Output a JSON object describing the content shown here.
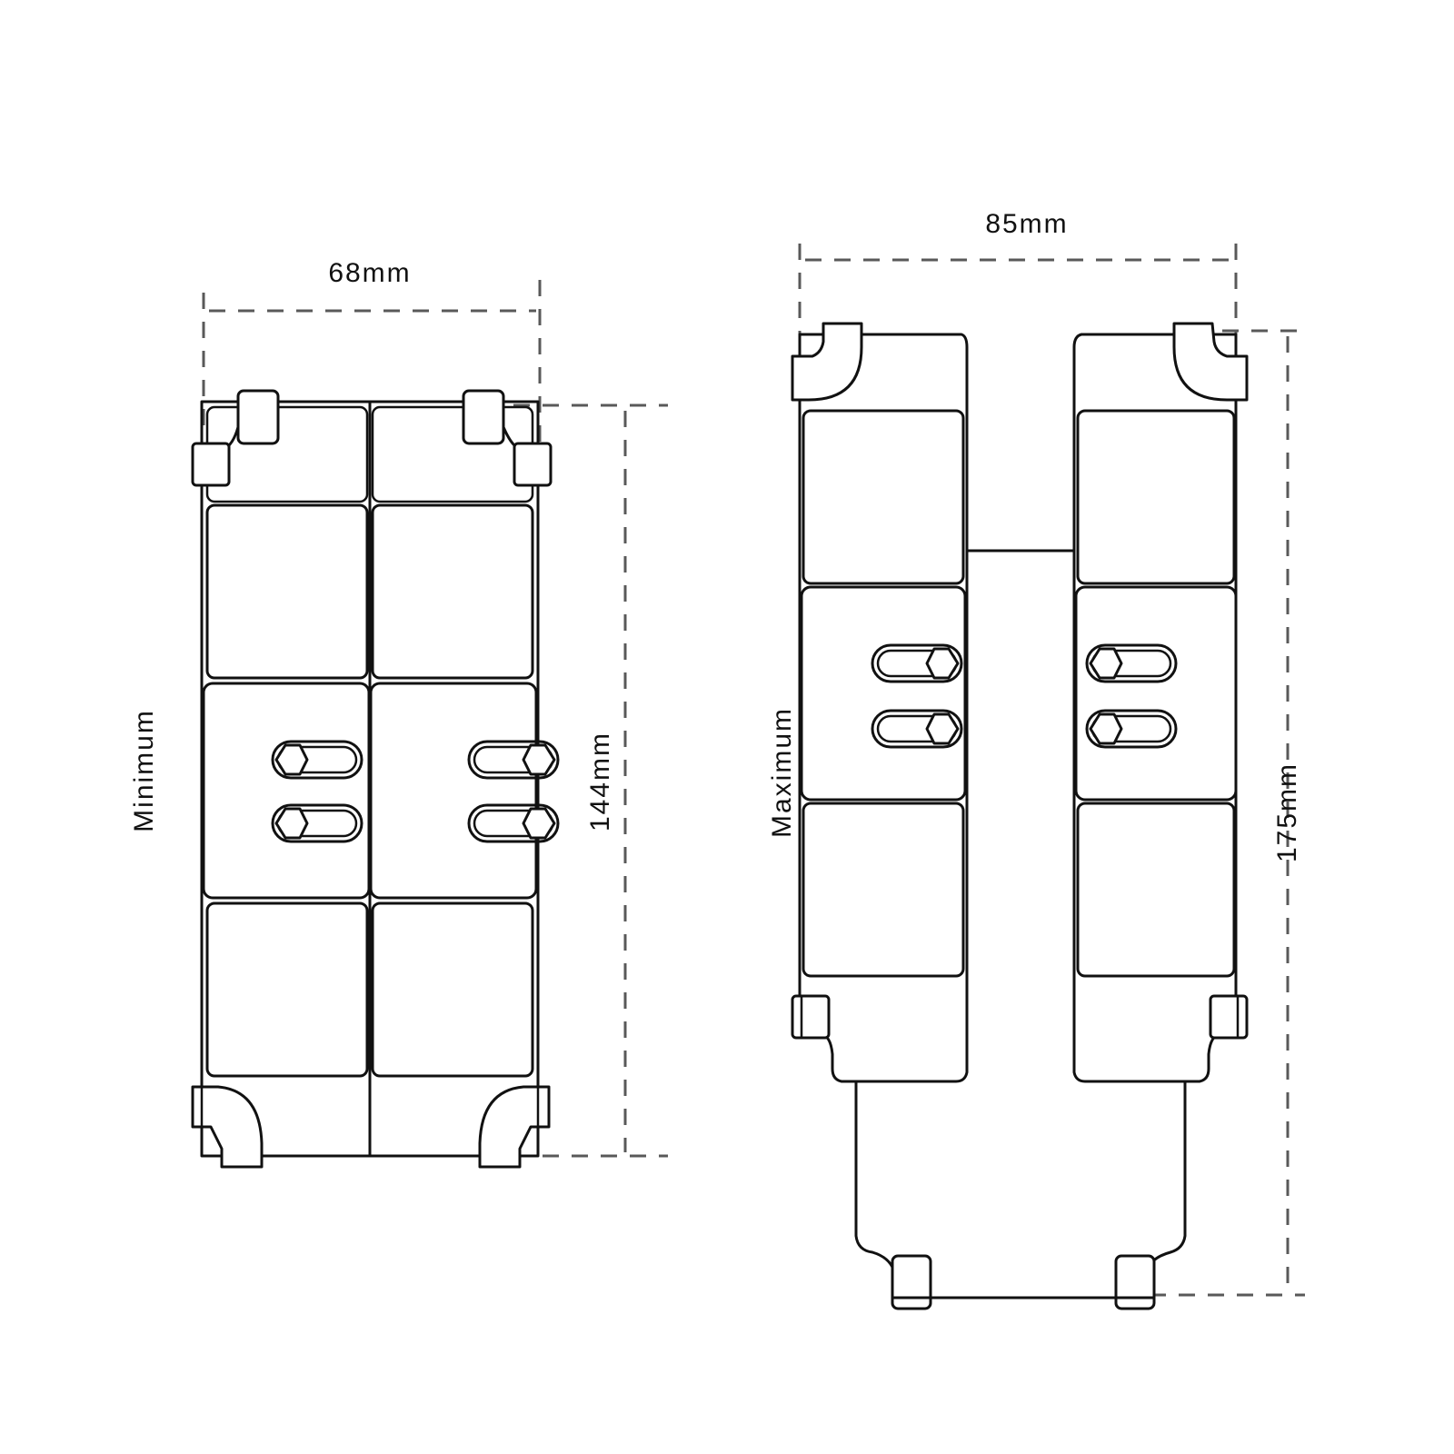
{
  "diagram": {
    "minimum": {
      "label": "Minimum",
      "width_label": "68mm",
      "height_label": "144mm"
    },
    "maximum": {
      "label": "Maximum",
      "width_label": "85mm",
      "height_label": "175mm"
    },
    "colors": {
      "outline": "#111111",
      "dimension_line": "#595959",
      "background": "#ffffff"
    }
  }
}
